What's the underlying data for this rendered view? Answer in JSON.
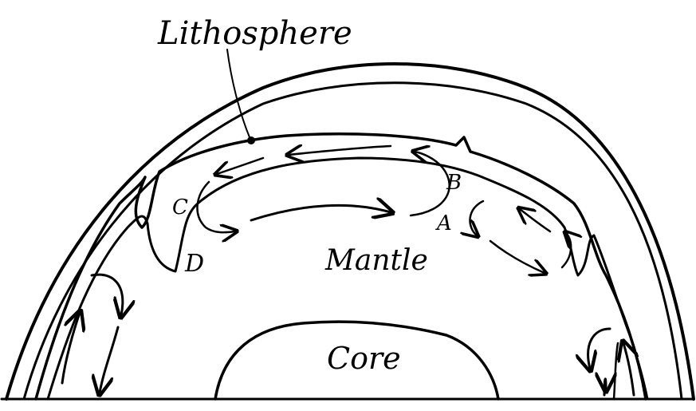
{
  "labels": {
    "lithosphere": "Lithosphere",
    "mantle": "Mantle",
    "core": "Core",
    "point_a": "A",
    "point_b": "B",
    "point_c": "C",
    "point_d": "D"
  }
}
